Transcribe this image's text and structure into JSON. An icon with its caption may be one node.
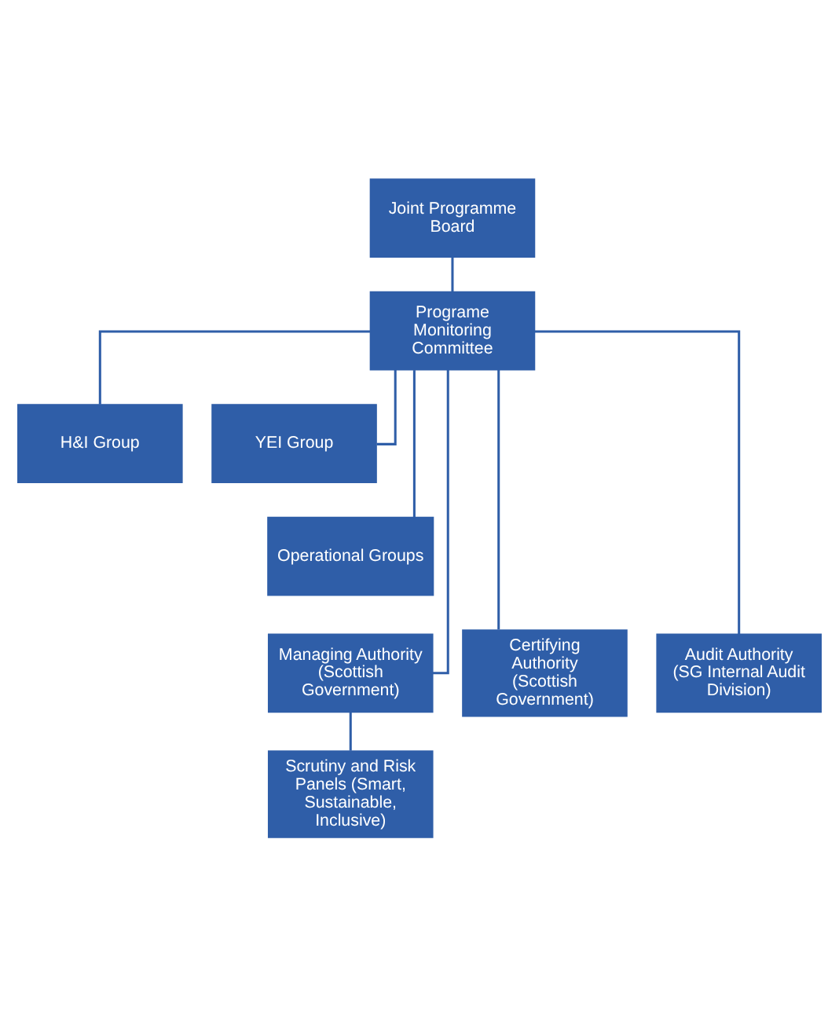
{
  "diagram": {
    "nodes": [
      {
        "text": [
          "Joint Programme Board"
        ]
      },
      {
        "text": [
          "Programe Monitoring Committee"
        ]
      },
      {
        "text": [
          "H&I Group"
        ]
      },
      {
        "text": [
          "YEI Group"
        ]
      },
      {
        "text": [
          "Operational Groups"
        ]
      },
      {
        "text": [
          "Managing Authority (Scottish Government)"
        ]
      },
      {
        "text": [
          "Certifying Authority (Scottish Government)"
        ]
      },
      {
        "text": [
          "Audit Authority (SG Internal Audit Division)"
        ]
      },
      {
        "text": [
          "Scrutiny and Risk Panels (Smart, Sustainable, Inclusive)"
        ]
      }
    ],
    "edges": [
      {
        "from": 0,
        "to": 1,
        "arrow": "none"
      },
      {
        "from": 1,
        "to": 2,
        "arrow": "none"
      },
      {
        "from": 1,
        "to": 3,
        "arrow": "none"
      },
      {
        "from": 1,
        "to": 4,
        "arrow": "none"
      },
      {
        "from": 1,
        "to": 5,
        "arrow": "none"
      },
      {
        "from": 1,
        "to": 6,
        "arrow": "none"
      },
      {
        "from": 1,
        "to": 7,
        "arrow": "none"
      },
      {
        "from": 5,
        "to": 8,
        "arrow": "none"
      }
    ]
  }
}
